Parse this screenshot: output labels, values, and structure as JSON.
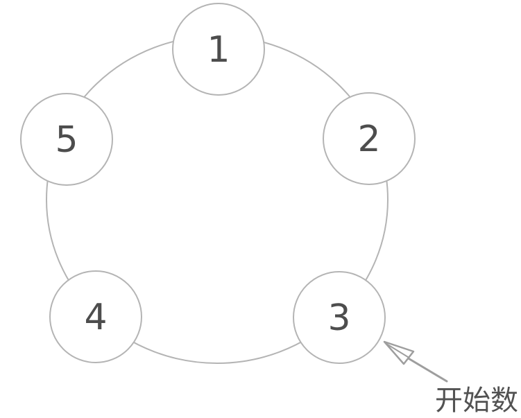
{
  "diagram": {
    "type": "circular-linked-ring",
    "nodes": [
      {
        "label": "1"
      },
      {
        "label": "2"
      },
      {
        "label": "3"
      },
      {
        "label": "4"
      },
      {
        "label": "5"
      }
    ],
    "annotation": {
      "label": "开始数",
      "points_to_node": "3"
    },
    "colors": {
      "background": "#ffffff",
      "outline": "#b4b4b4",
      "number_text": "#4d4d4d",
      "arrow": "#9e9e9e",
      "annotation_text": "#525252"
    }
  }
}
